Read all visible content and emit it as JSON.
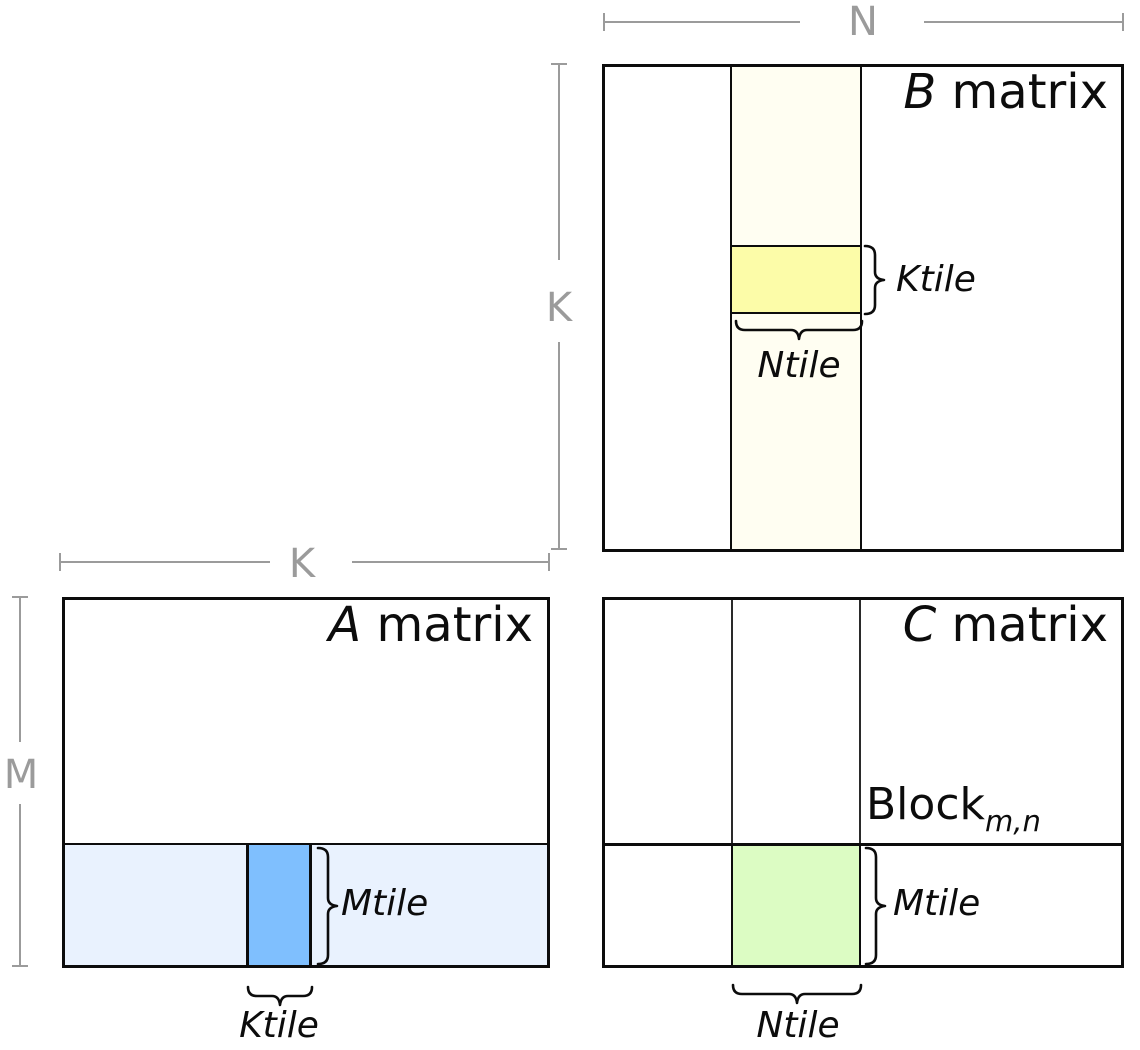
{
  "colors": {
    "line_black": "#0c0c0c",
    "dim_gray": "#9b9b9b",
    "b_strip_fill": "#fffef2",
    "b_tile_fill": "#fcfca8",
    "a_strip_fill": "#e9f2fe",
    "a_tile_fill": "#7fbffe",
    "c_tile_fill": "#dcfcc3"
  },
  "dimensions": {
    "b_top": "N",
    "b_left": "K",
    "a_top": "K",
    "a_left": "M"
  },
  "b_matrix": {
    "title_var": "B",
    "title_rest": " matrix",
    "ktile_label": "Ktile",
    "ntile_label": "Ntile"
  },
  "a_matrix": {
    "title_var": "A",
    "title_rest": " matrix",
    "mtile_label": "Mtile",
    "ktile_label": "Ktile"
  },
  "c_matrix": {
    "title_var": "C",
    "title_rest": " matrix",
    "block_label": "Block",
    "block_subscript": "m,n",
    "mtile_label": "Mtile",
    "ntile_label": "Ntile"
  }
}
